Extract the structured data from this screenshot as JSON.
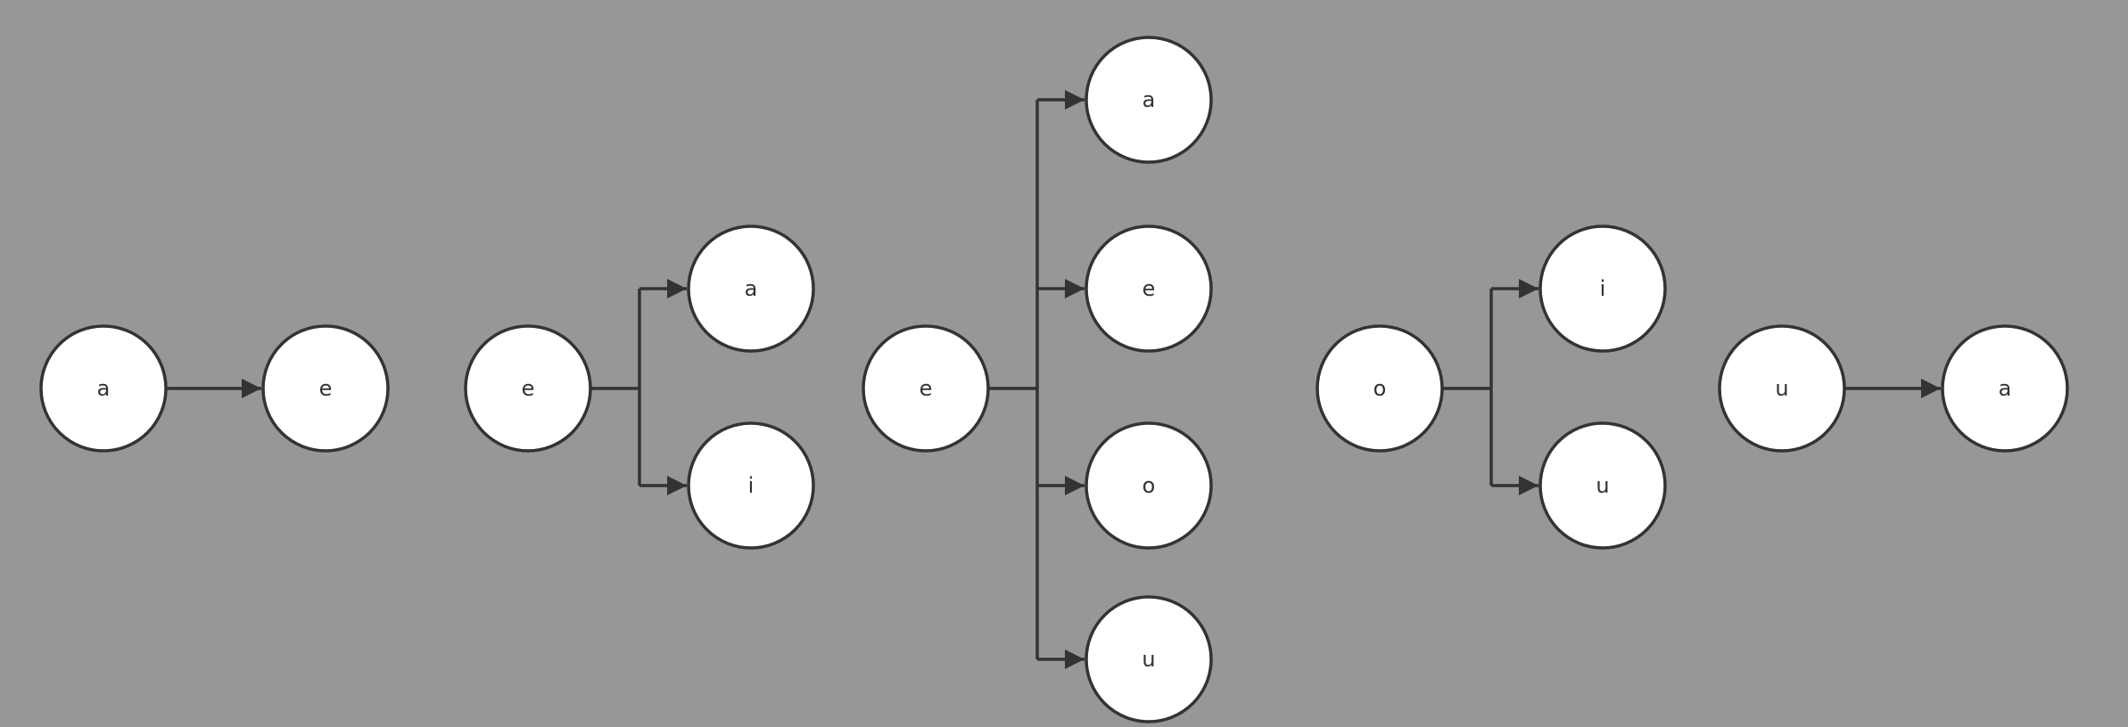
{
  "colors": {
    "background": "#979797",
    "node_fill": "#ffffff",
    "stroke": "#333333",
    "text": "#333333"
  },
  "trees": [
    {
      "id": "tree-1",
      "root": "a",
      "children": [
        "e"
      ]
    },
    {
      "id": "tree-2",
      "root": "e",
      "children": [
        "a",
        "i"
      ]
    },
    {
      "id": "tree-3",
      "root": "e",
      "children": [
        "a",
        "e",
        "o",
        "u"
      ]
    },
    {
      "id": "tree-4",
      "root": "o",
      "children": [
        "i",
        "u"
      ]
    },
    {
      "id": "tree-5",
      "root": "u",
      "children": [
        "a"
      ]
    }
  ]
}
